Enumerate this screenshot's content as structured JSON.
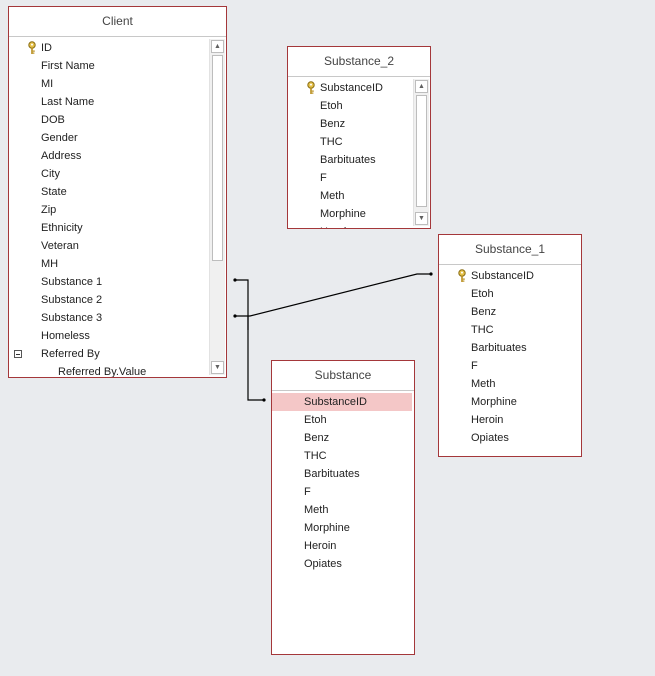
{
  "tables": {
    "client": {
      "title": "Client",
      "fields": [
        "ID",
        "First Name",
        "MI",
        "Last Name",
        "DOB",
        "Gender",
        "Address",
        "City",
        "State",
        "Zip",
        "Ethnicity",
        "Veteran",
        "MH",
        "Substance 1",
        "Substance 2",
        "Substance 3",
        "Homeless",
        "Referred By",
        "Referred By.Value"
      ]
    },
    "substance_2": {
      "title": "Substance_2",
      "fields": [
        "SubstanceID",
        "Etoh",
        "Benz",
        "THC",
        "Barbituates",
        "F",
        "Meth",
        "Morphine",
        "Heroin"
      ]
    },
    "substance_1": {
      "title": "Substance_1",
      "fields": [
        "SubstanceID",
        "Etoh",
        "Benz",
        "THC",
        "Barbituates",
        "F",
        "Meth",
        "Morphine",
        "Heroin",
        "Opiates"
      ]
    },
    "substance": {
      "title": "Substance",
      "fields": [
        "SubstanceID",
        "Etoh",
        "Benz",
        "THC",
        "Barbituates",
        "F",
        "Meth",
        "Morphine",
        "Heroin",
        "Opiates"
      ]
    }
  },
  "icons": {
    "key": "key-icon",
    "collapse": "collapse-minus-icon",
    "scroll_up": "scroll-up-arrow-icon",
    "scroll_down": "scroll-down-arrow-icon"
  },
  "colors": {
    "table_border": "#a4373a",
    "selected_field": "#f4c7c7",
    "canvas": "#e9ebee"
  }
}
